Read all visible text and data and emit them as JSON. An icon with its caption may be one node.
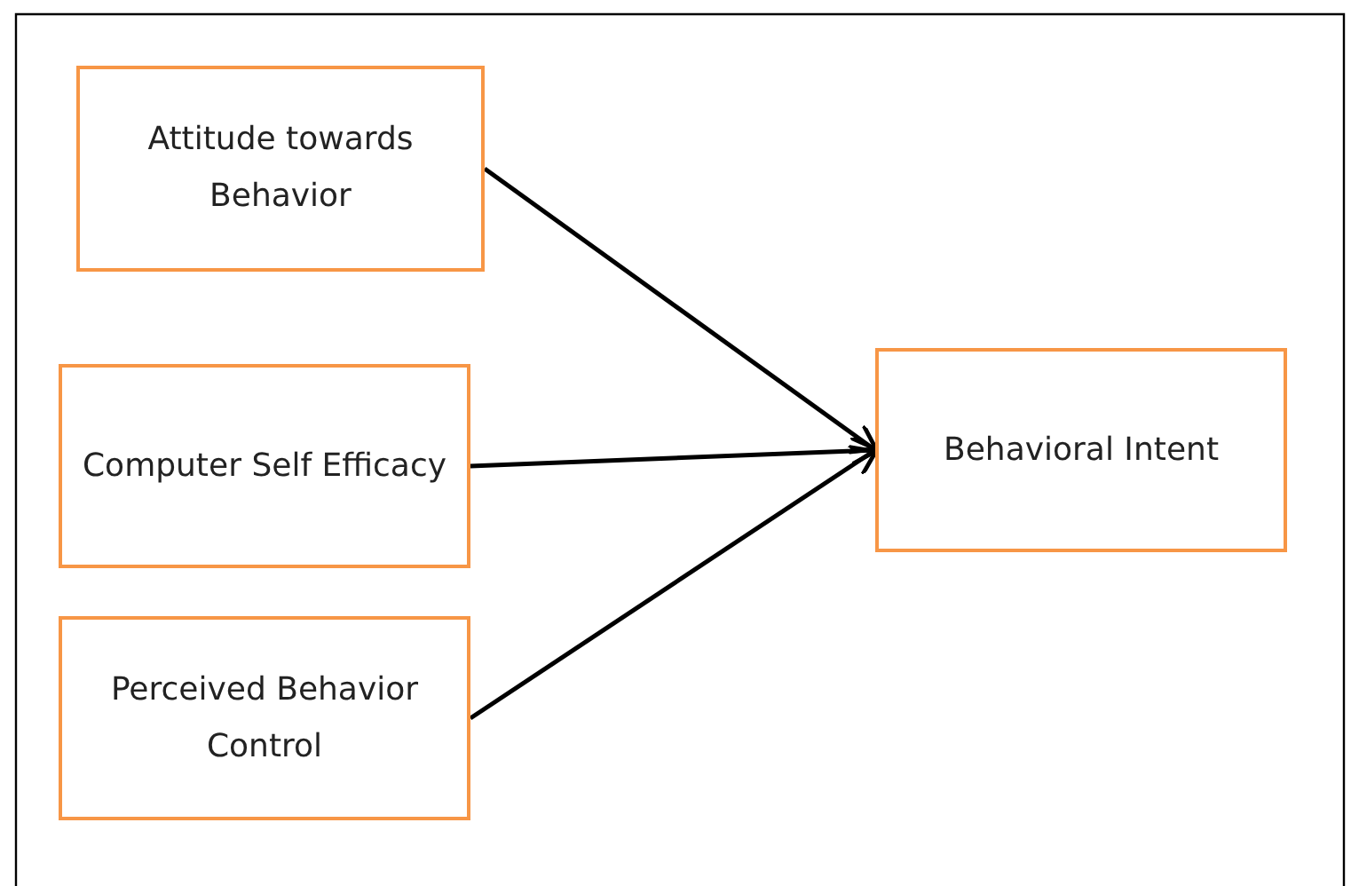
{
  "diagram": {
    "nodes": [
      {
        "text": [
          "Attitude towards Behavior"
        ]
      },
      {
        "text": [
          "Computer Self Efficacy"
        ]
      },
      {
        "text": [
          "Perceived Behavior Control"
        ]
      },
      {
        "text": [
          "Behavioral Intent"
        ]
      }
    ],
    "edges": [
      {
        "from": 0,
        "to": 3,
        "arrow": "to"
      },
      {
        "from": 1,
        "to": 3,
        "arrow": "to"
      },
      {
        "from": 2,
        "to": 3,
        "arrow": "to"
      }
    ]
  }
}
